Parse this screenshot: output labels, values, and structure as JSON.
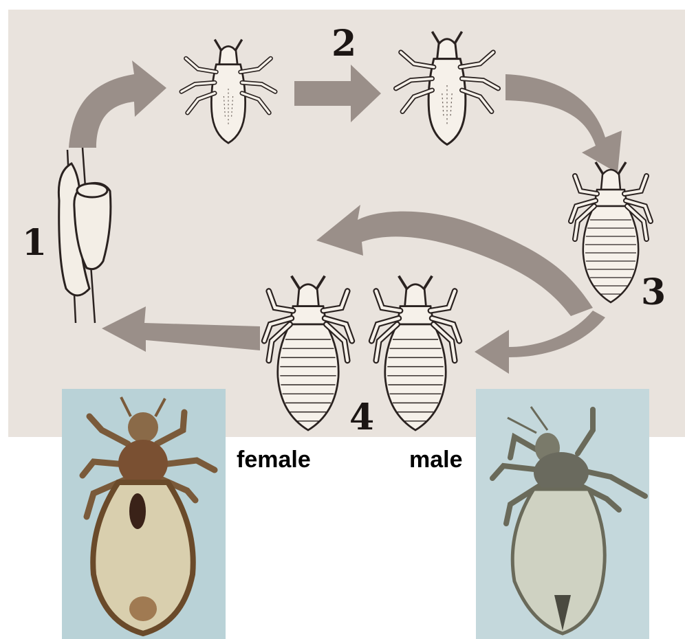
{
  "diagram": {
    "stage_numbers": [
      "1",
      "2",
      "3",
      "4"
    ],
    "sex_labels": {
      "female": "female",
      "male": "male"
    },
    "colors": {
      "plate_background": "#e9e3dd",
      "arrow": "#9a8f89",
      "ink": "#2a2220",
      "photo_background_female": "#b9d2d7",
      "photo_background_male": "#c4d8dc"
    }
  }
}
